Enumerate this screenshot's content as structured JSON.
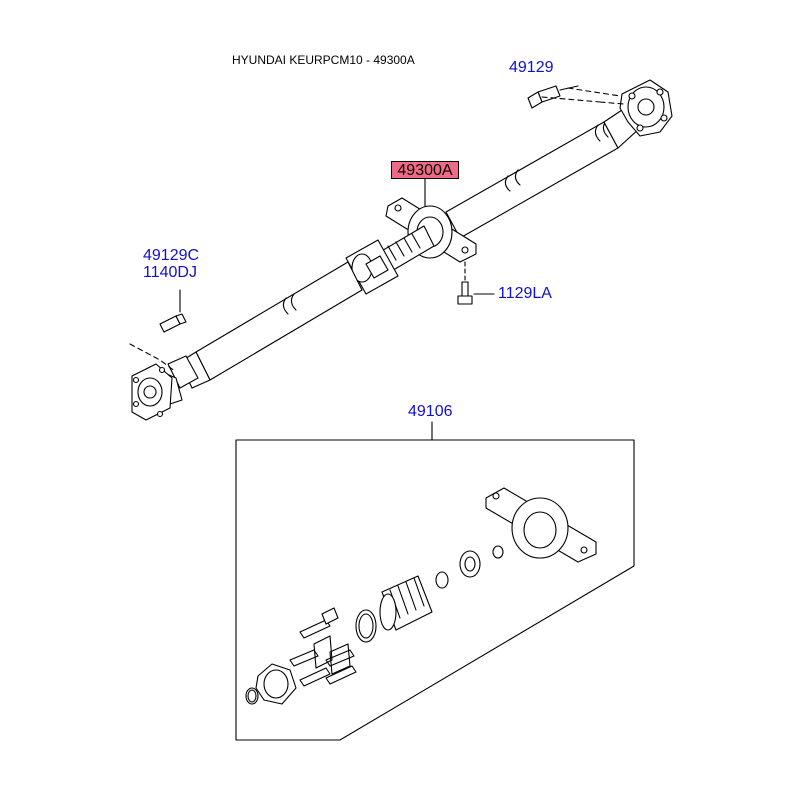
{
  "title": "HYUNDAI KEURPCM10 - 49300A",
  "labels": {
    "bolt_top": "49129",
    "assembly": "49300A",
    "bolt_left_1": "49129C",
    "bolt_left_2": "1140DJ",
    "bolt_bracket": "1129LA",
    "kit": "49106"
  },
  "colors": {
    "label": "#1010d0",
    "highlight": "#f06a86",
    "line": "#000000"
  }
}
